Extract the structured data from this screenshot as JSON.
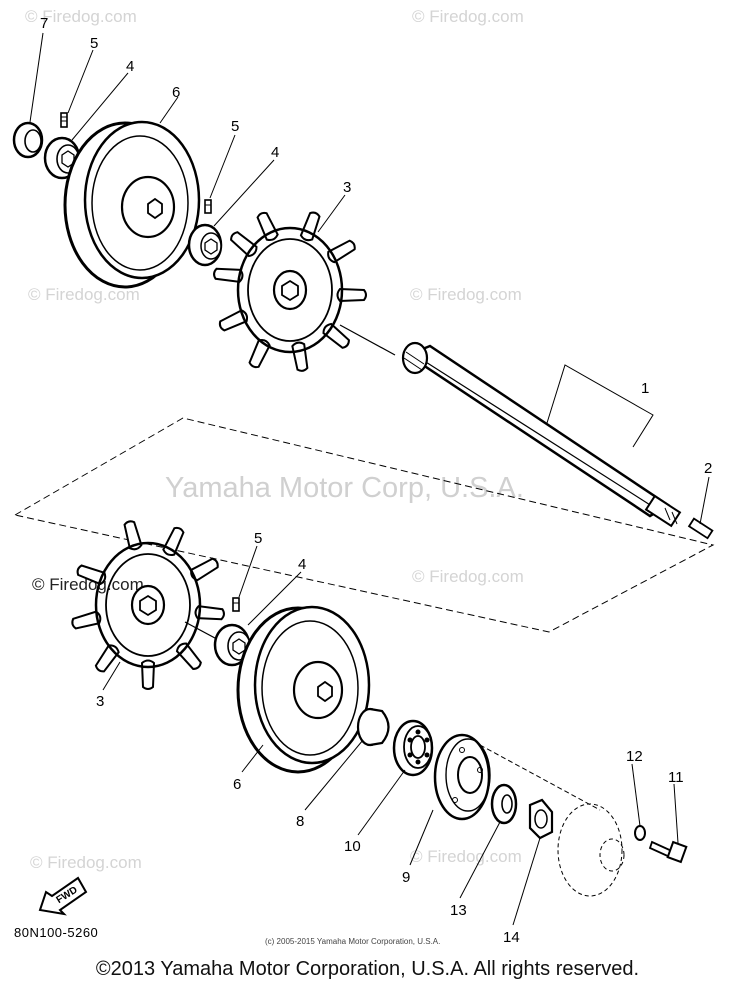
{
  "watermarks": {
    "site": "© Firedog.com",
    "center": "Yamaha Motor Corp, U.S.A."
  },
  "parts": {
    "p1": "1",
    "p2": "2",
    "p3a": "3",
    "p3b": "3",
    "p4a": "4",
    "p4b": "4",
    "p4c": "4",
    "p5a": "5",
    "p5b": "5",
    "p5c": "5",
    "p6a": "6",
    "p6b": "6",
    "p7": "7",
    "p8": "8",
    "p9": "9",
    "p10": "10",
    "p11": "11",
    "p12": "12",
    "p13": "13",
    "p14": "14"
  },
  "fwd_label": "FWD",
  "part_code": "80N100-5260",
  "small_copyright": "(c) 2005-2015 Yamaha Motor Corporation, U.S.A.",
  "footer": "©2013 Yamaha Motor Corporation, U.S.A. All rights reserved."
}
